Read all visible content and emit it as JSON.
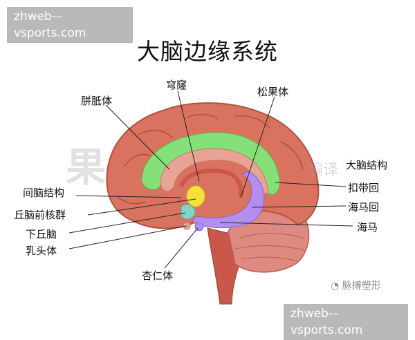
{
  "title": "大脑边缘系统",
  "watermarks": {
    "top": "zhweb-–vsports.com",
    "bottom": "zhweb-–vsports.com"
  },
  "faint_marks": {
    "left": "果",
    "right": "编译"
  },
  "credit": "脉搏塑形",
  "labels": {
    "pianzhiti": "胼胝体",
    "qionglong": "穹窿",
    "songguoti": "松果体",
    "danao_jiegou": "大脑结构",
    "jiannao_jiegou": "间脑结构",
    "koudaihui": "扣带回",
    "qiunao_qianhequn": "丘脑前核群",
    "haimahui": "海马回",
    "xiaqiunao": "下丘脑",
    "haima": "海马",
    "rutouti": "乳头体",
    "xingrenti": "杏仁体"
  },
  "colors": {
    "cortex": "#d9725f",
    "cortex_dark": "#b4503f",
    "cingulate": "#86e07a",
    "corpus_callosum": "#e9a394",
    "hippocampus": "#b38df0",
    "thalamus_nucleus": "#f5e13a",
    "hypothalamus": "#7fd6c8",
    "cerebellum": "#df8a80",
    "brainstem": "#c9574a"
  }
}
